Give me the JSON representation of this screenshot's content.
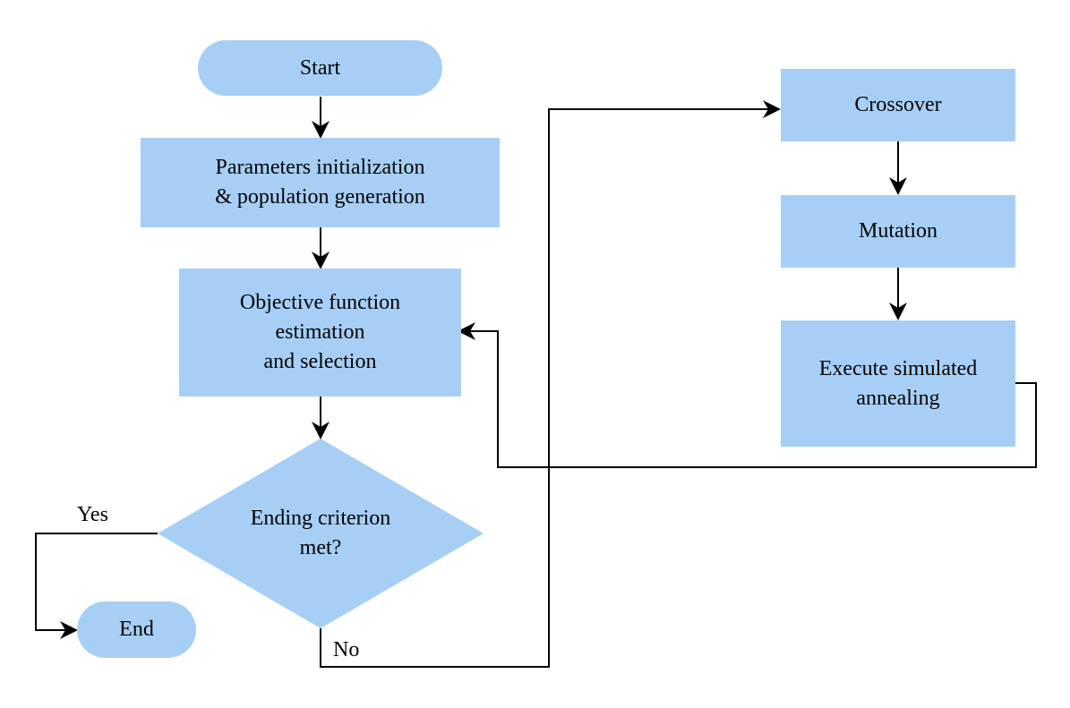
{
  "diagram": {
    "nodes": {
      "start": {
        "label": "Start",
        "shape": "terminal"
      },
      "init": {
        "label": "Parameters initialization\n& population generation",
        "shape": "process"
      },
      "objective": {
        "label": "Objective function\nestimation\nand selection",
        "shape": "process"
      },
      "decision": {
        "label": "Ending criterion\nmet?",
        "shape": "decision"
      },
      "end": {
        "label": "End",
        "shape": "terminal"
      },
      "crossover": {
        "label": "Crossover",
        "shape": "process"
      },
      "mutation": {
        "label": "Mutation",
        "shape": "process"
      },
      "annealing": {
        "label": "Execute simulated\nannealing",
        "shape": "process"
      }
    },
    "edges": [
      {
        "from": "start",
        "to": "init",
        "label": ""
      },
      {
        "from": "init",
        "to": "objective",
        "label": ""
      },
      {
        "from": "objective",
        "to": "decision",
        "label": ""
      },
      {
        "from": "decision",
        "to": "end",
        "label": "Yes"
      },
      {
        "from": "decision",
        "to": "crossover",
        "label": "No"
      },
      {
        "from": "crossover",
        "to": "mutation",
        "label": ""
      },
      {
        "from": "mutation",
        "to": "annealing",
        "label": ""
      },
      {
        "from": "annealing",
        "to": "objective",
        "label": ""
      }
    ],
    "labels": {
      "yes": "Yes",
      "no": "No"
    },
    "colors": {
      "node_fill": "#a7cff5",
      "line": "#000000",
      "text": "#000000"
    }
  }
}
